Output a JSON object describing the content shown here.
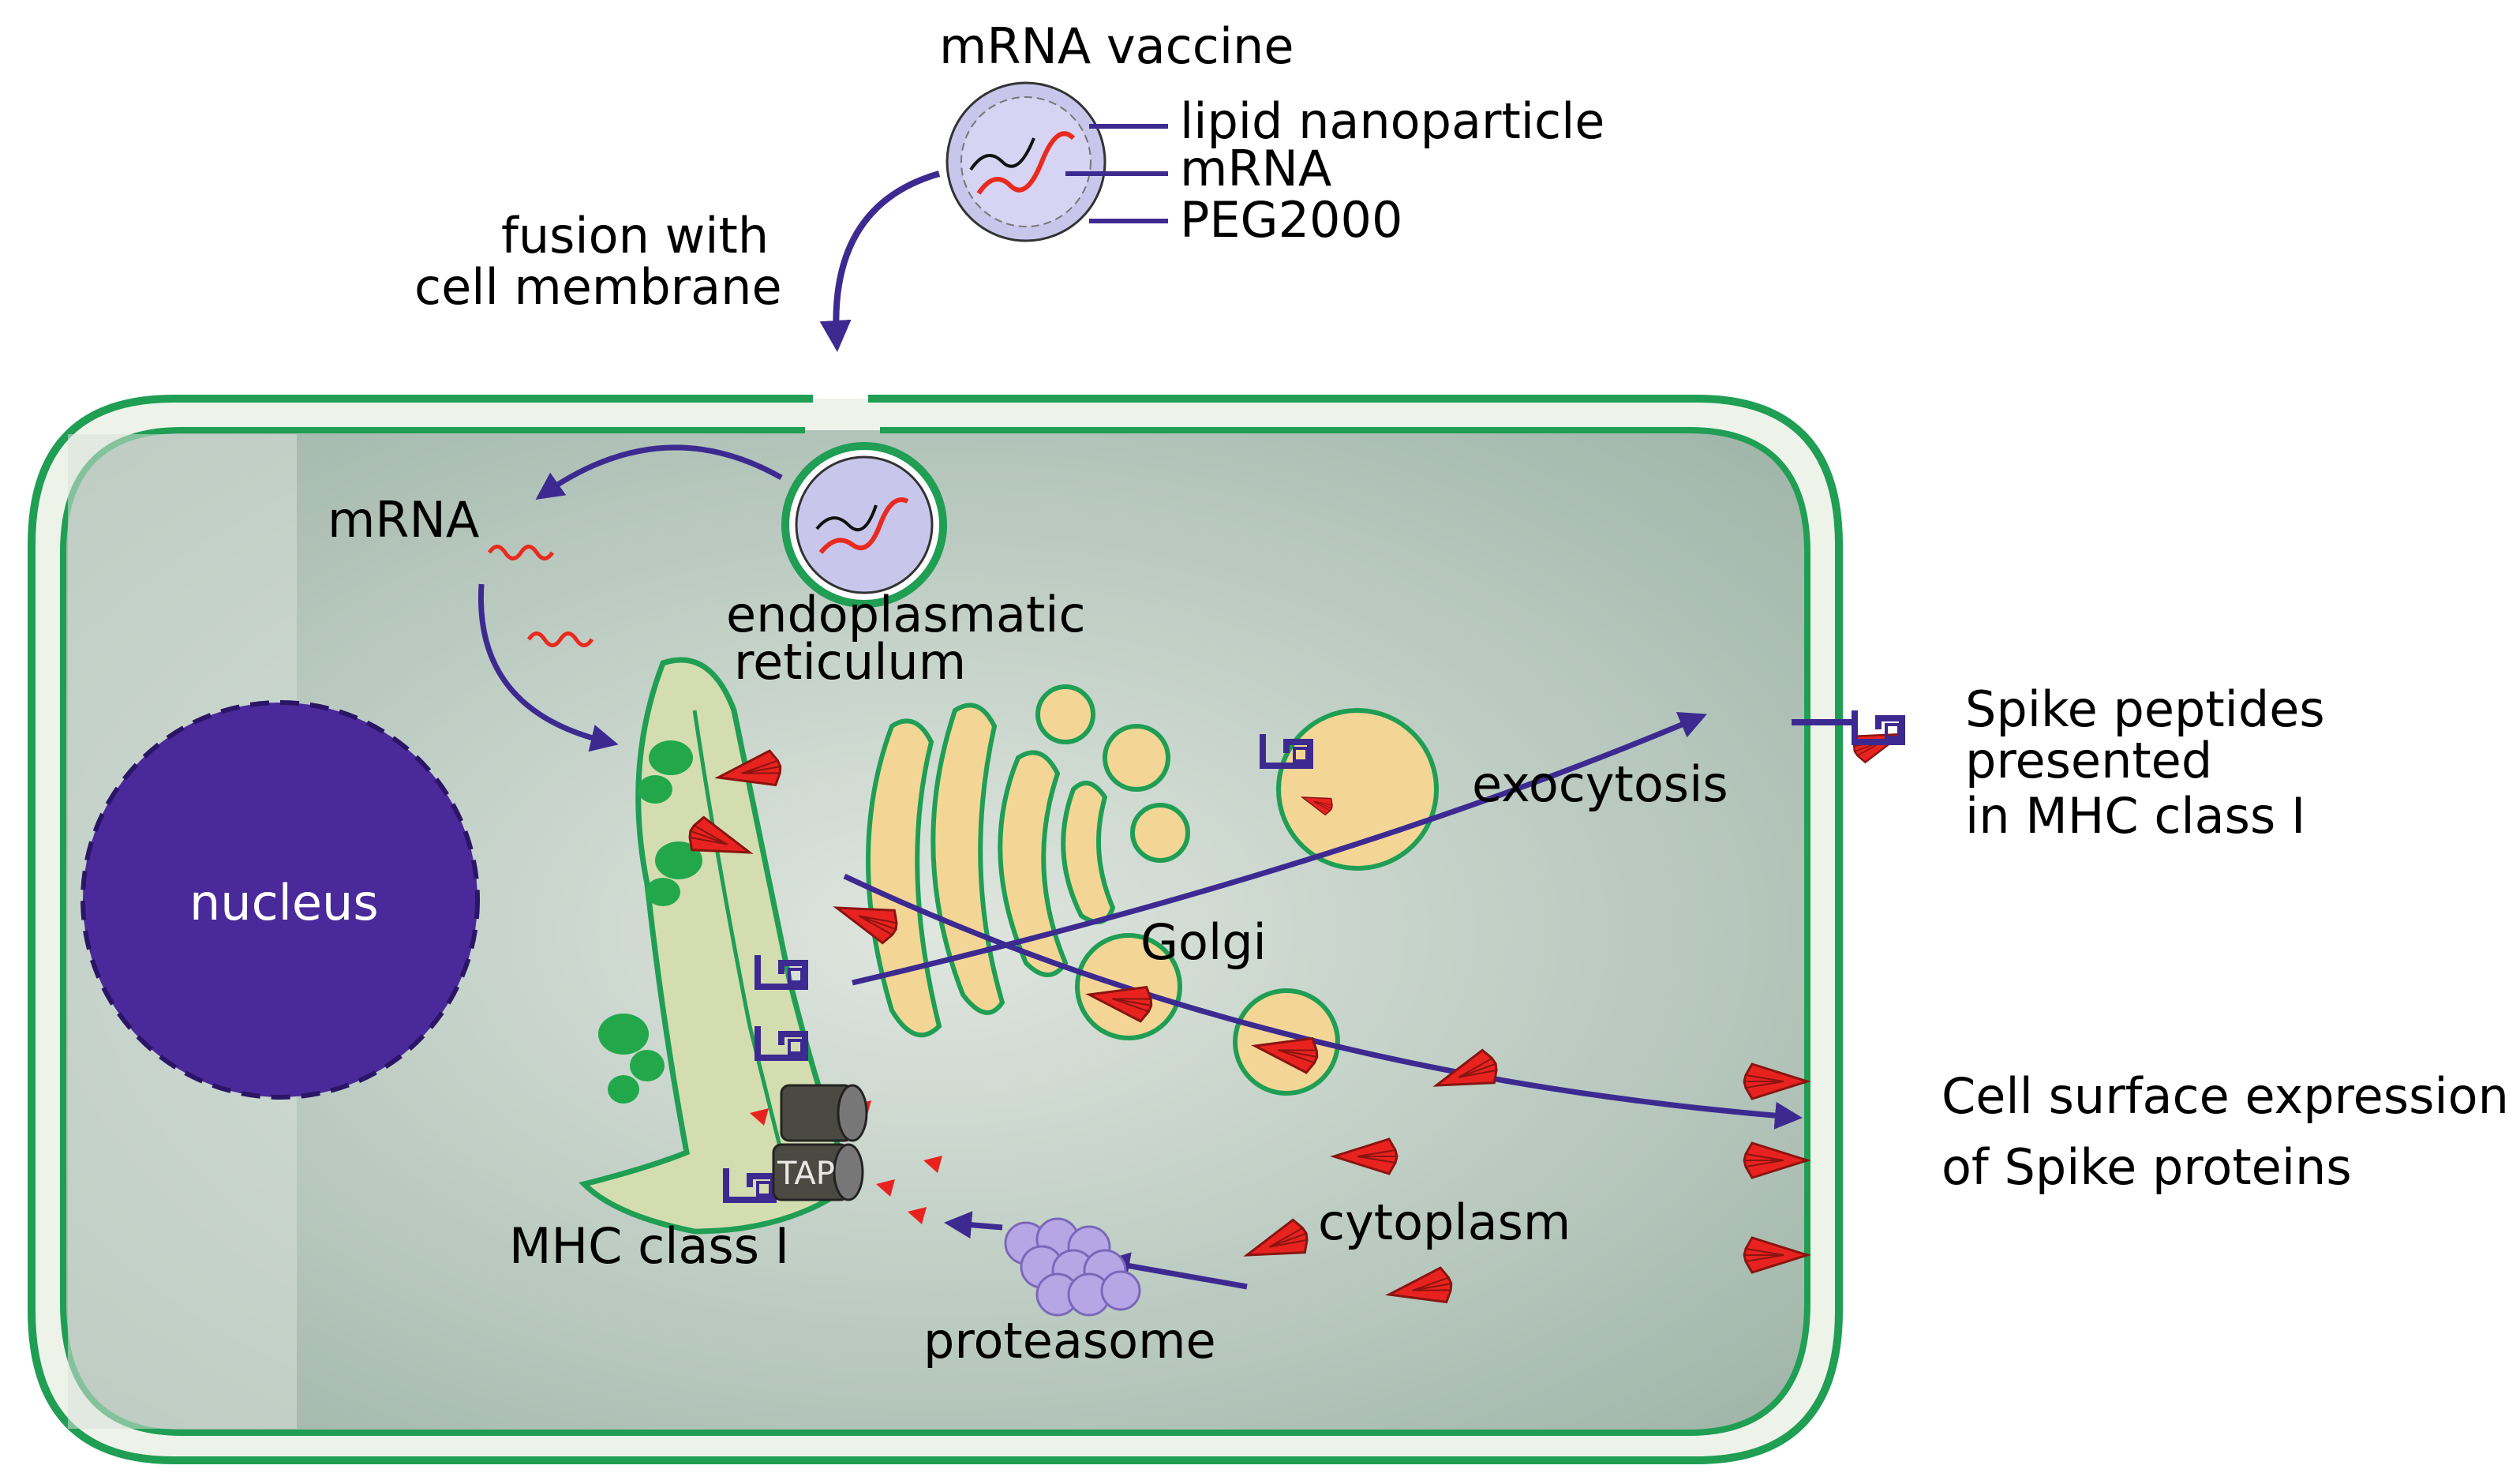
{
  "colors": {
    "membrane": "#1f9e54",
    "membrane_inner": "#eef3ea",
    "cytoplasm": "#a9bcb1",
    "cytoplasm_light": "#dbe3dc",
    "nucleus": "#4a2a9a",
    "arrow": "#3d2a91",
    "er": "#d4ddb0",
    "golgi": "#f3d696",
    "ribosome": "#22a84b",
    "spike": "#e8231f",
    "mrna_red": "#e82a1f",
    "proteasome": "#b6a6e6",
    "tap": "#4b4a42"
  },
  "labels": {
    "mrna_vaccine": "mRNA vaccine",
    "lipid_nanoparticle": "lipid nanoparticle",
    "mrna_lnp": "mRNA",
    "peg": "PEG2000",
    "fusion_line1": "fusion with",
    "fusion_line2": "cell membrane",
    "mrna_cell": "mRNA",
    "er_line1": "endoplasmatic",
    "er_line2": "reticulum",
    "nucleus": "nucleus",
    "golgi": "Golgi",
    "exocytosis": "exocytosis",
    "spike_line1": "Spike peptides",
    "spike_line2": "presented",
    "spike_line3": "in MHC class I",
    "surface_line1": "Cell surface expression",
    "surface_line2": "of Spike proteins",
    "tap": "TAP",
    "mhc": "MHC class I",
    "cytoplasm": "cytoplasm",
    "proteasome": "proteasome"
  }
}
